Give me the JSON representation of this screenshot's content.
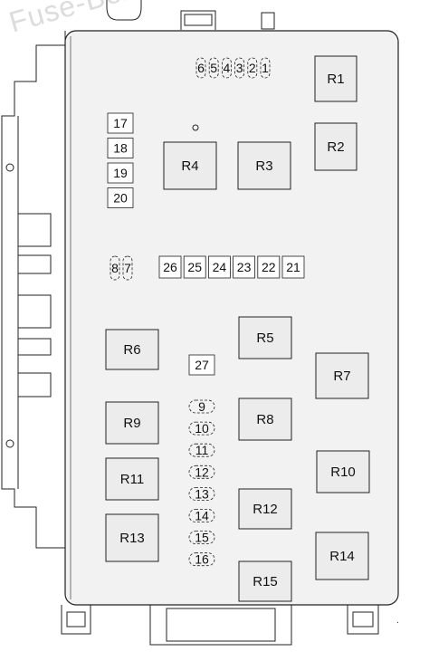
{
  "watermark": "Fuse-Box.info",
  "relays": {
    "R1": "R1",
    "R2": "R2",
    "R3": "R3",
    "R4": "R4",
    "R5": "R5",
    "R6": "R6",
    "R7": "R7",
    "R8": "R8",
    "R9": "R9",
    "R10": "R10",
    "R11": "R11",
    "R12": "R12",
    "R13": "R13",
    "R14": "R14",
    "R15": "R15"
  },
  "fuses_top": [
    "6",
    "5",
    "4",
    "3",
    "2",
    "1"
  ],
  "fuses_left": [
    "17",
    "18",
    "19",
    "20"
  ],
  "fuses_mid": [
    "8",
    "7"
  ],
  "fuses_row": [
    "26",
    "25",
    "24",
    "23",
    "22",
    "21"
  ],
  "fuse_27": "27",
  "fuses_column": [
    "9",
    "10",
    "11",
    "12",
    "13",
    "14",
    "15",
    "16"
  ],
  "colors": {
    "stroke": "#222222",
    "box_fill": "#f2f2f2",
    "relay_fill": "#ececec",
    "watermark": "#dcdcdc"
  }
}
